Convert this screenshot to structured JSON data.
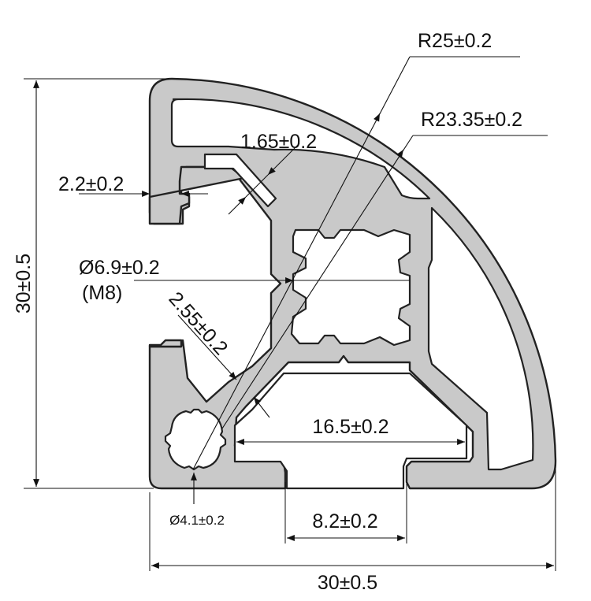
{
  "drawing": {
    "dimensions": {
      "overall_height": "30±0.5",
      "overall_width": "30±0.5",
      "outer_radius": "R25±0.2",
      "inner_radius": "R23.35±0.2",
      "wall_thickness": "1.65±0.2",
      "lip_thickness": "2.2±0.2",
      "core_bore_line1": "Ø6.9±0.2",
      "core_bore_line2": "(M8)",
      "web_thickness": "2.55±0.2",
      "slot_inner_width": "16.5±0.2",
      "slot_opening": "8.2±0.2",
      "small_bore": "Ø4.1±0.2"
    },
    "colors": {
      "profile_fill": "#c9c9c9",
      "outline": "#222222",
      "dimension_lines": "#111111",
      "background": "#ffffff"
    }
  }
}
